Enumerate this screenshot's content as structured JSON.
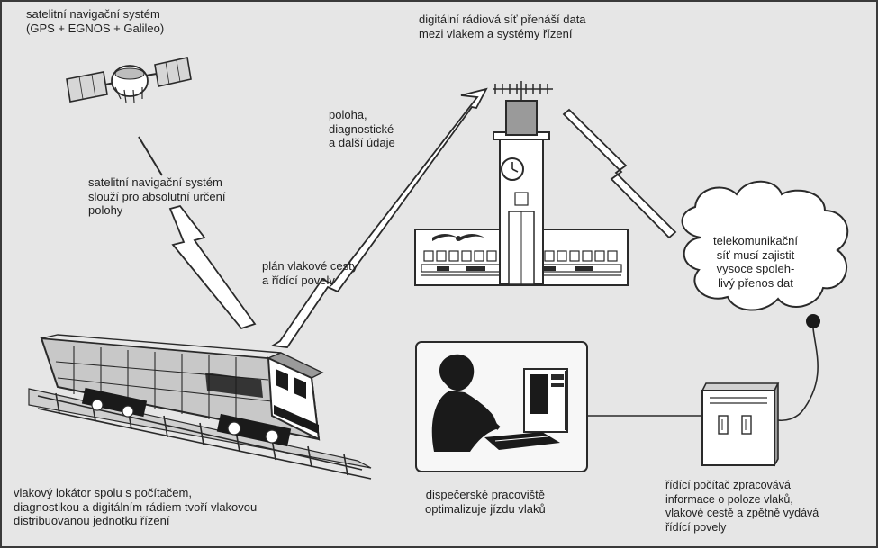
{
  "colors": {
    "background": "#e6e6e6",
    "ink": "#2a2a2a",
    "panel": "#f7f7f7",
    "building": "#ffffff"
  },
  "labels": {
    "satellite": [
      "satelitní navigační systém",
      "(GPS + EGNOS + Galileo)"
    ],
    "satellite_role": [
      "satelitní navigační systém",
      "slouží pro absolutní určení",
      "polohy"
    ],
    "position_data": [
      "poloha,",
      "diagnostické",
      "a další údaje"
    ],
    "route_plan": [
      "plán vlakové cesty",
      "a řídící povely"
    ],
    "radio_network": [
      "digitální rádiová síť přenáší data",
      "mezi vlakem a systémy řízení"
    ],
    "telecom": [
      "telekomunikační",
      "síť musí zajistit",
      "vysoce spoleh-",
      "livý přenos dat"
    ],
    "locator": [
      "vlakový lokátor spolu s počítačem,",
      "diagnostikou a digitálním rádiem tvoří vlakovou",
      "distribuovanou jednotku řízení"
    ],
    "dispatcher": [
      "dispečerské pracoviště",
      "optimalizuje jízdu vlaků"
    ],
    "control_computer": [
      "řídící počítač zpracovává",
      "informace o poloze vlaků,",
      "vlakové cestě a zpětně vydává",
      "řídící povely"
    ]
  },
  "icons": [
    "satellite-icon",
    "train-icon",
    "control-tower-icon",
    "radio-antenna-icon",
    "clock-icon",
    "cloud-icon",
    "dispatcher-workstation-icon",
    "control-computer-icon",
    "lightning-link-icon"
  ]
}
